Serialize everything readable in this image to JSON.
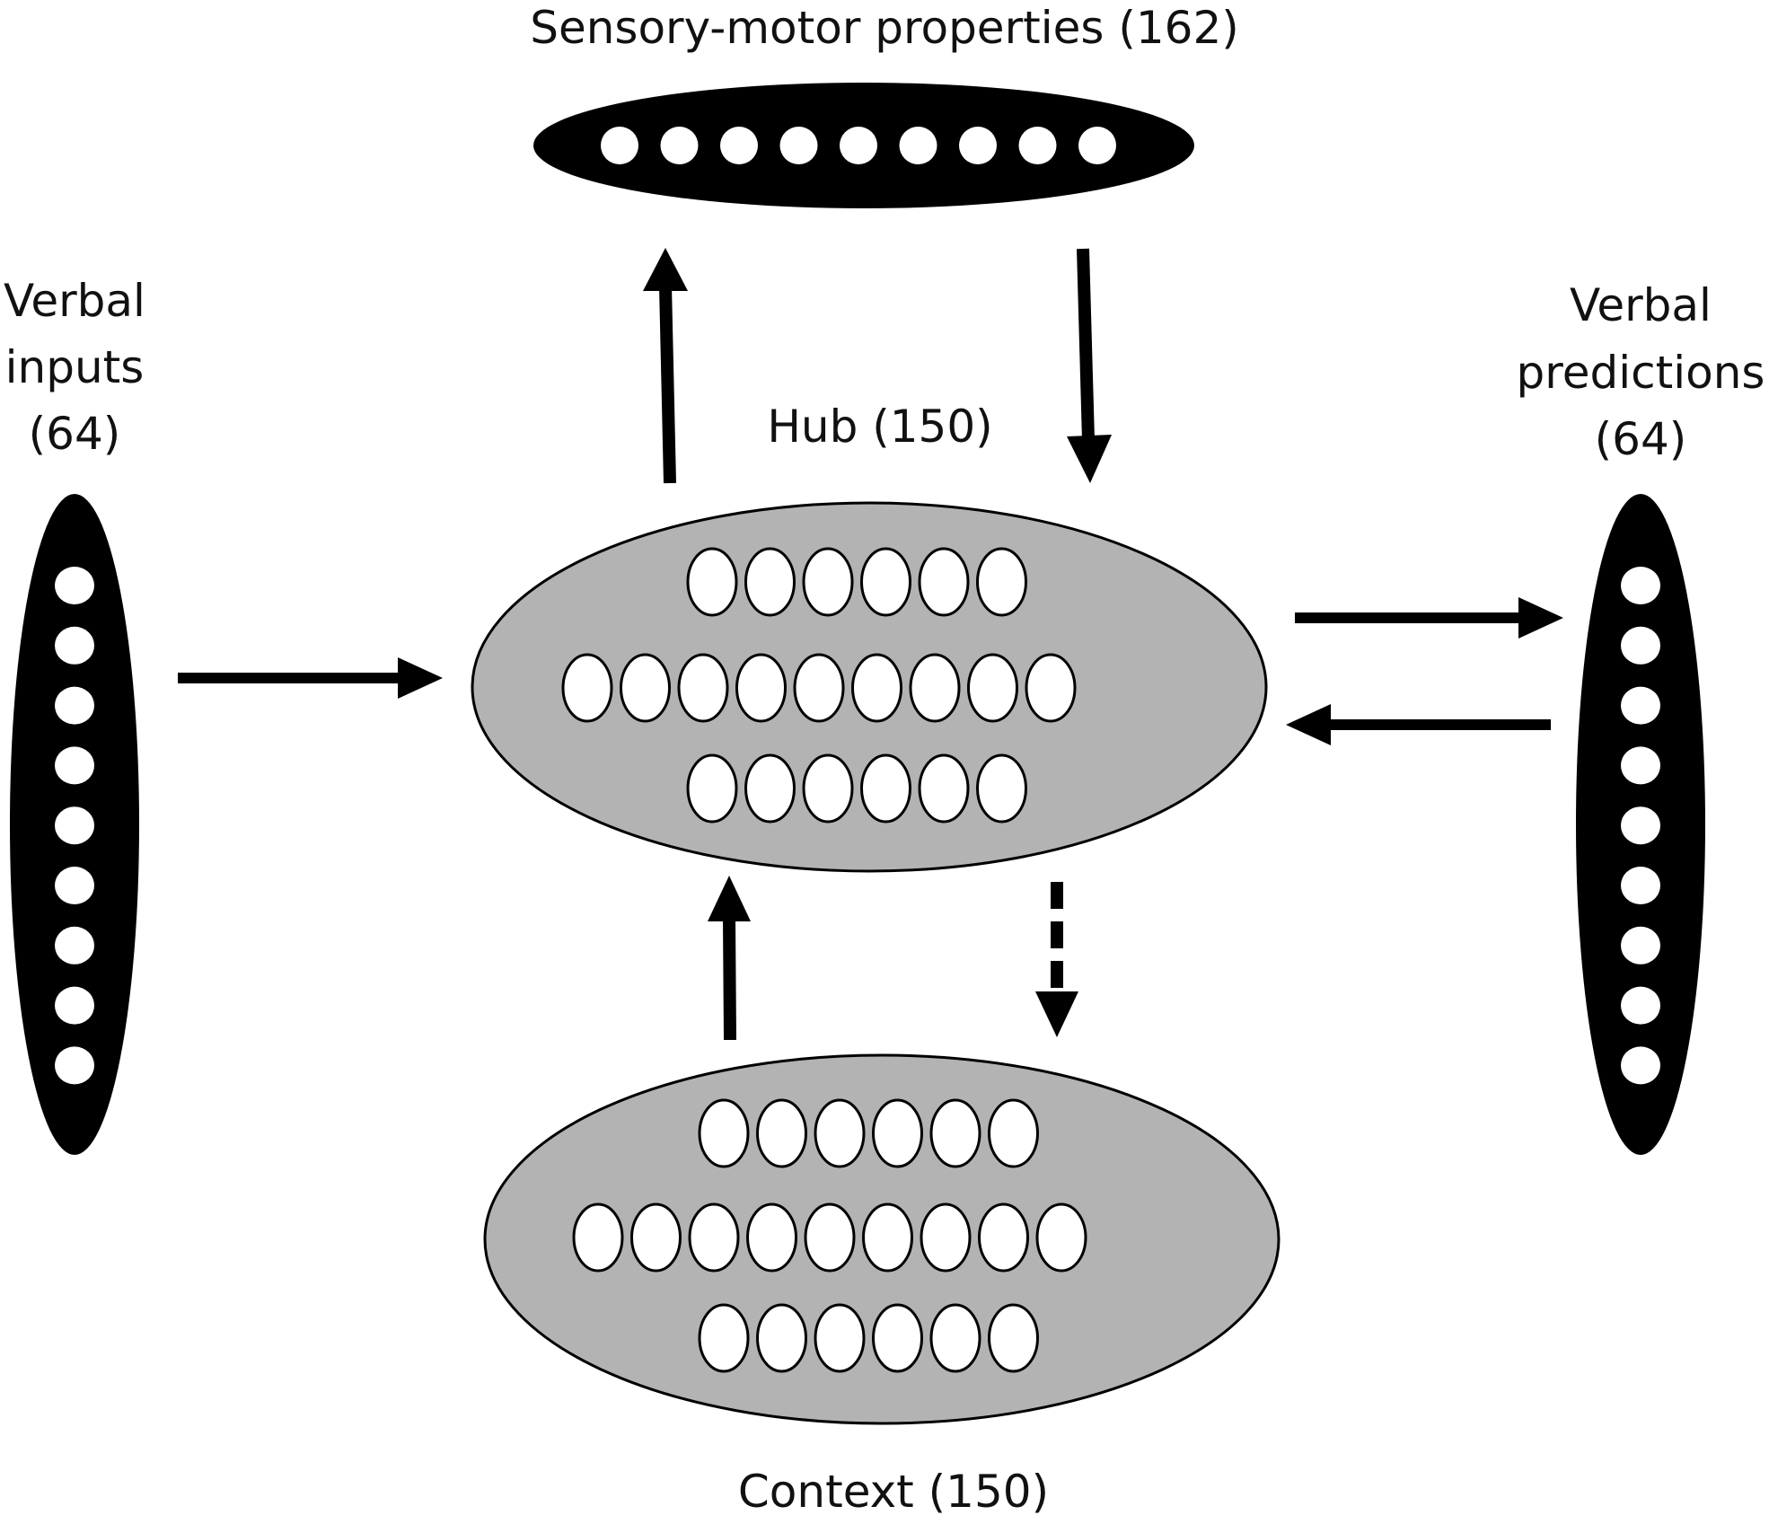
{
  "labels": {
    "sensory_motor": "Sensory-motor properties (162)",
    "hub": "Hub (150)",
    "context": "Context (150)",
    "verbal_inputs": [
      "Verbal",
      "inputs",
      "(64)"
    ],
    "verbal_predictions": [
      "Verbal",
      "predictions",
      "(64)"
    ]
  },
  "layers": {
    "sensory_motor": {
      "units_drawn": 9,
      "fill": "#000000",
      "unit_fill": "#ffffff"
    },
    "verbal_inputs": {
      "units_drawn": 9,
      "fill": "#000000",
      "unit_fill": "#ffffff"
    },
    "verbal_predictions": {
      "units_drawn": 9,
      "fill": "#000000",
      "unit_fill": "#ffffff"
    },
    "hub": {
      "rows": [
        6,
        9,
        6
      ],
      "fill": "#b3b3b3",
      "unit_fill": "#ffffff"
    },
    "context": {
      "rows": [
        6,
        9,
        6
      ],
      "fill": "#b3b3b3",
      "unit_fill": "#ffffff"
    }
  },
  "connections": [
    {
      "from": "hub",
      "to": "sensory_motor",
      "style": "solid"
    },
    {
      "from": "sensory_motor",
      "to": "hub",
      "style": "solid"
    },
    {
      "from": "verbal_inputs",
      "to": "hub",
      "style": "solid"
    },
    {
      "from": "hub",
      "to": "verbal_predictions",
      "style": "solid"
    },
    {
      "from": "verbal_predictions",
      "to": "hub",
      "style": "solid"
    },
    {
      "from": "context",
      "to": "hub",
      "style": "solid"
    },
    {
      "from": "hub",
      "to": "context",
      "style": "dashed"
    }
  ]
}
